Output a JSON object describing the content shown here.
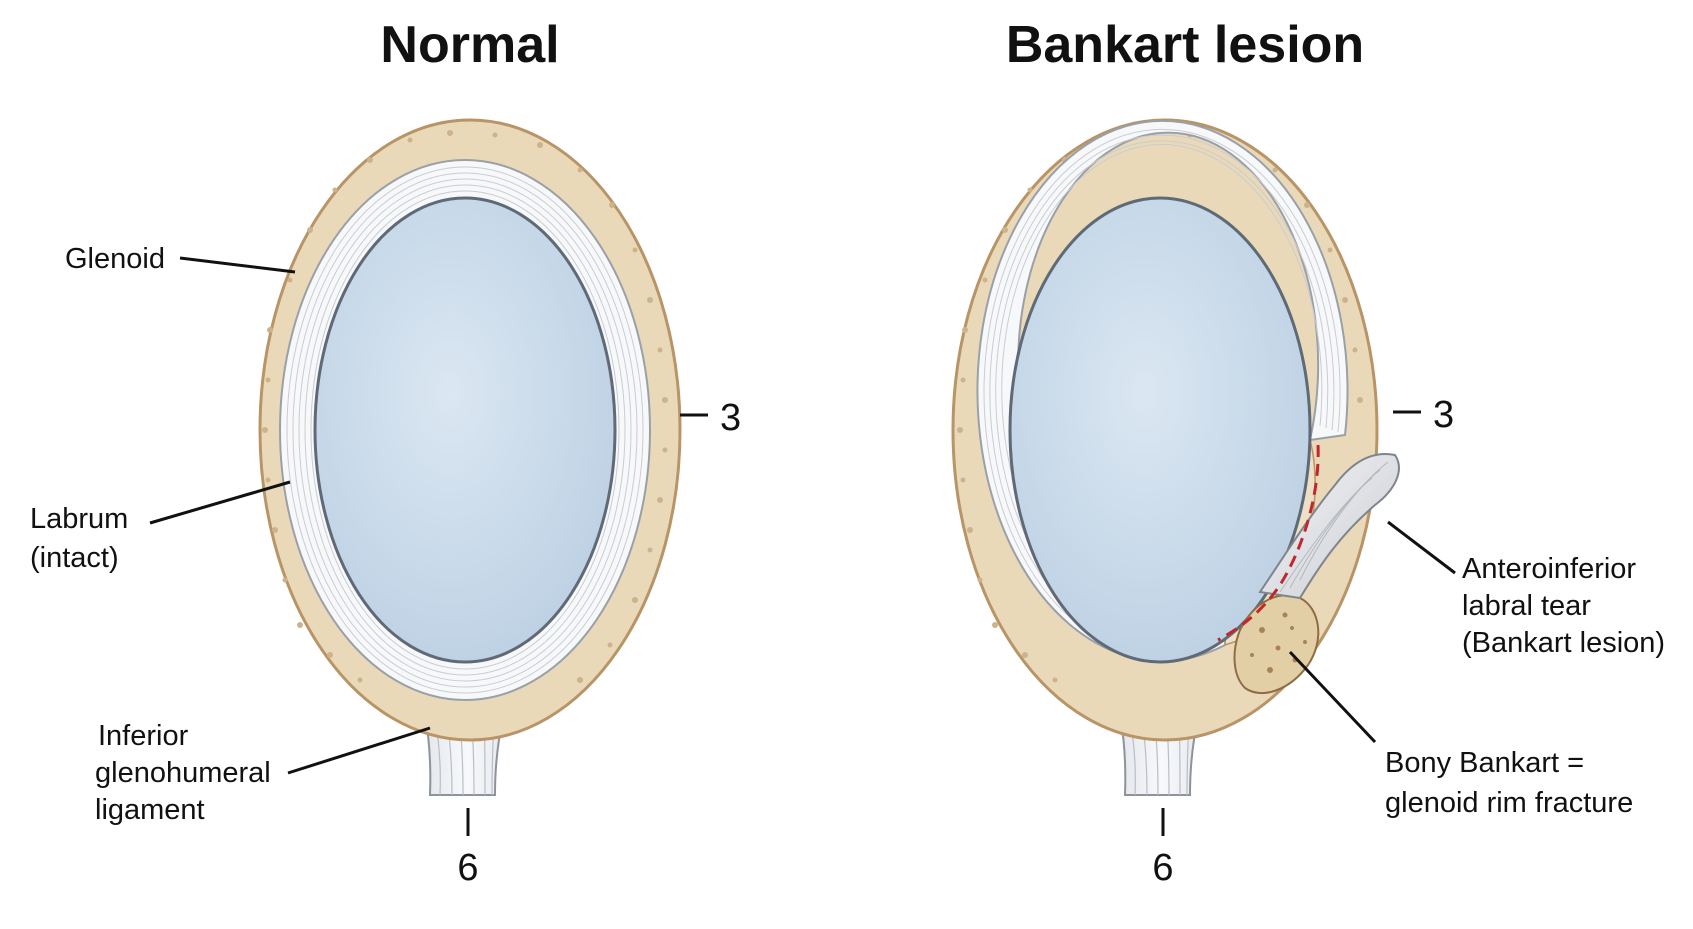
{
  "panels": {
    "normal": {
      "title": "Normal",
      "labels": {
        "glenoid": "Glenoid",
        "labrum_line1": "Labrum",
        "labrum_line2": "(intact)",
        "ighl_line1": "Inferior",
        "ighl_line2": "glenohumeral",
        "ighl_line3": "ligament"
      },
      "clock_3": "3",
      "clock_6": "6"
    },
    "bankart": {
      "title": "Bankart lesion",
      "labels": {
        "tear_line1": "Anteroinferior",
        "tear_line2": "labral tear",
        "tear_line3": "(Bankart lesion)",
        "bony_line1": "Bony Bankart =",
        "bony_line2": "glenoid rim fracture"
      },
      "clock_3": "3",
      "clock_6": "6"
    }
  },
  "colors": {
    "bone": "#ead9b8",
    "bone_edge": "#b89466",
    "bone_speckle": "#cdb38b",
    "labrum": "#f7f8fa",
    "labrum_lines": "#c9ccd2",
    "cartilage": "#c9daea",
    "cartilage_edge": "#5f6a76",
    "tear_line": "#c0282d"
  }
}
